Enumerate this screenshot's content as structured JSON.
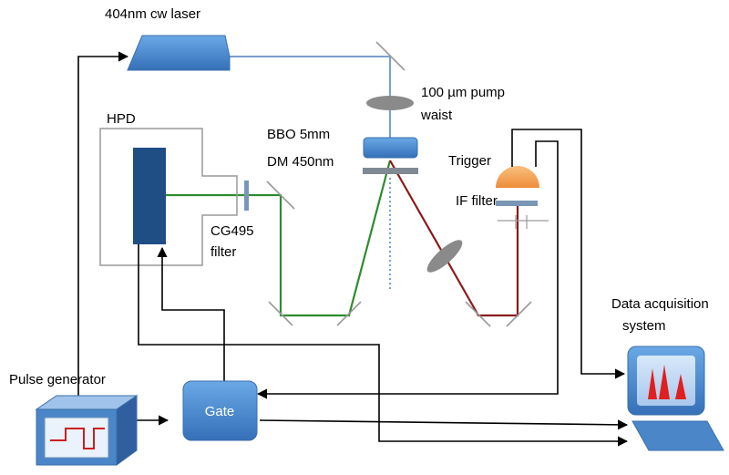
{
  "labels": {
    "laser": "404nm cw laser",
    "pump_waist_line1": "100 µm pump",
    "pump_waist_line2": "waist",
    "hpd": "HPD",
    "bbo": "BBO 5mm",
    "dm": "DM 450nm",
    "trigger": "Trigger",
    "if_filter": "IF filter",
    "cg495_line1": "CG495",
    "cg495_line2": "filter",
    "daq_line1": "Data acquisition",
    "daq_line2": "system",
    "pulse_generator": "Pulse generator",
    "gate": "Gate"
  },
  "colors": {
    "pump_beam": "#7b9fce",
    "signal_beam": "#2e8b2e",
    "idler_beam": "#8b1a1a",
    "component_blue": "#4a86c8",
    "hpd_detector": "#1f4e85",
    "trigger_detector": "#f4a35a",
    "lens_gray": "#8a8a8a",
    "signal_peak": "#e02020"
  }
}
